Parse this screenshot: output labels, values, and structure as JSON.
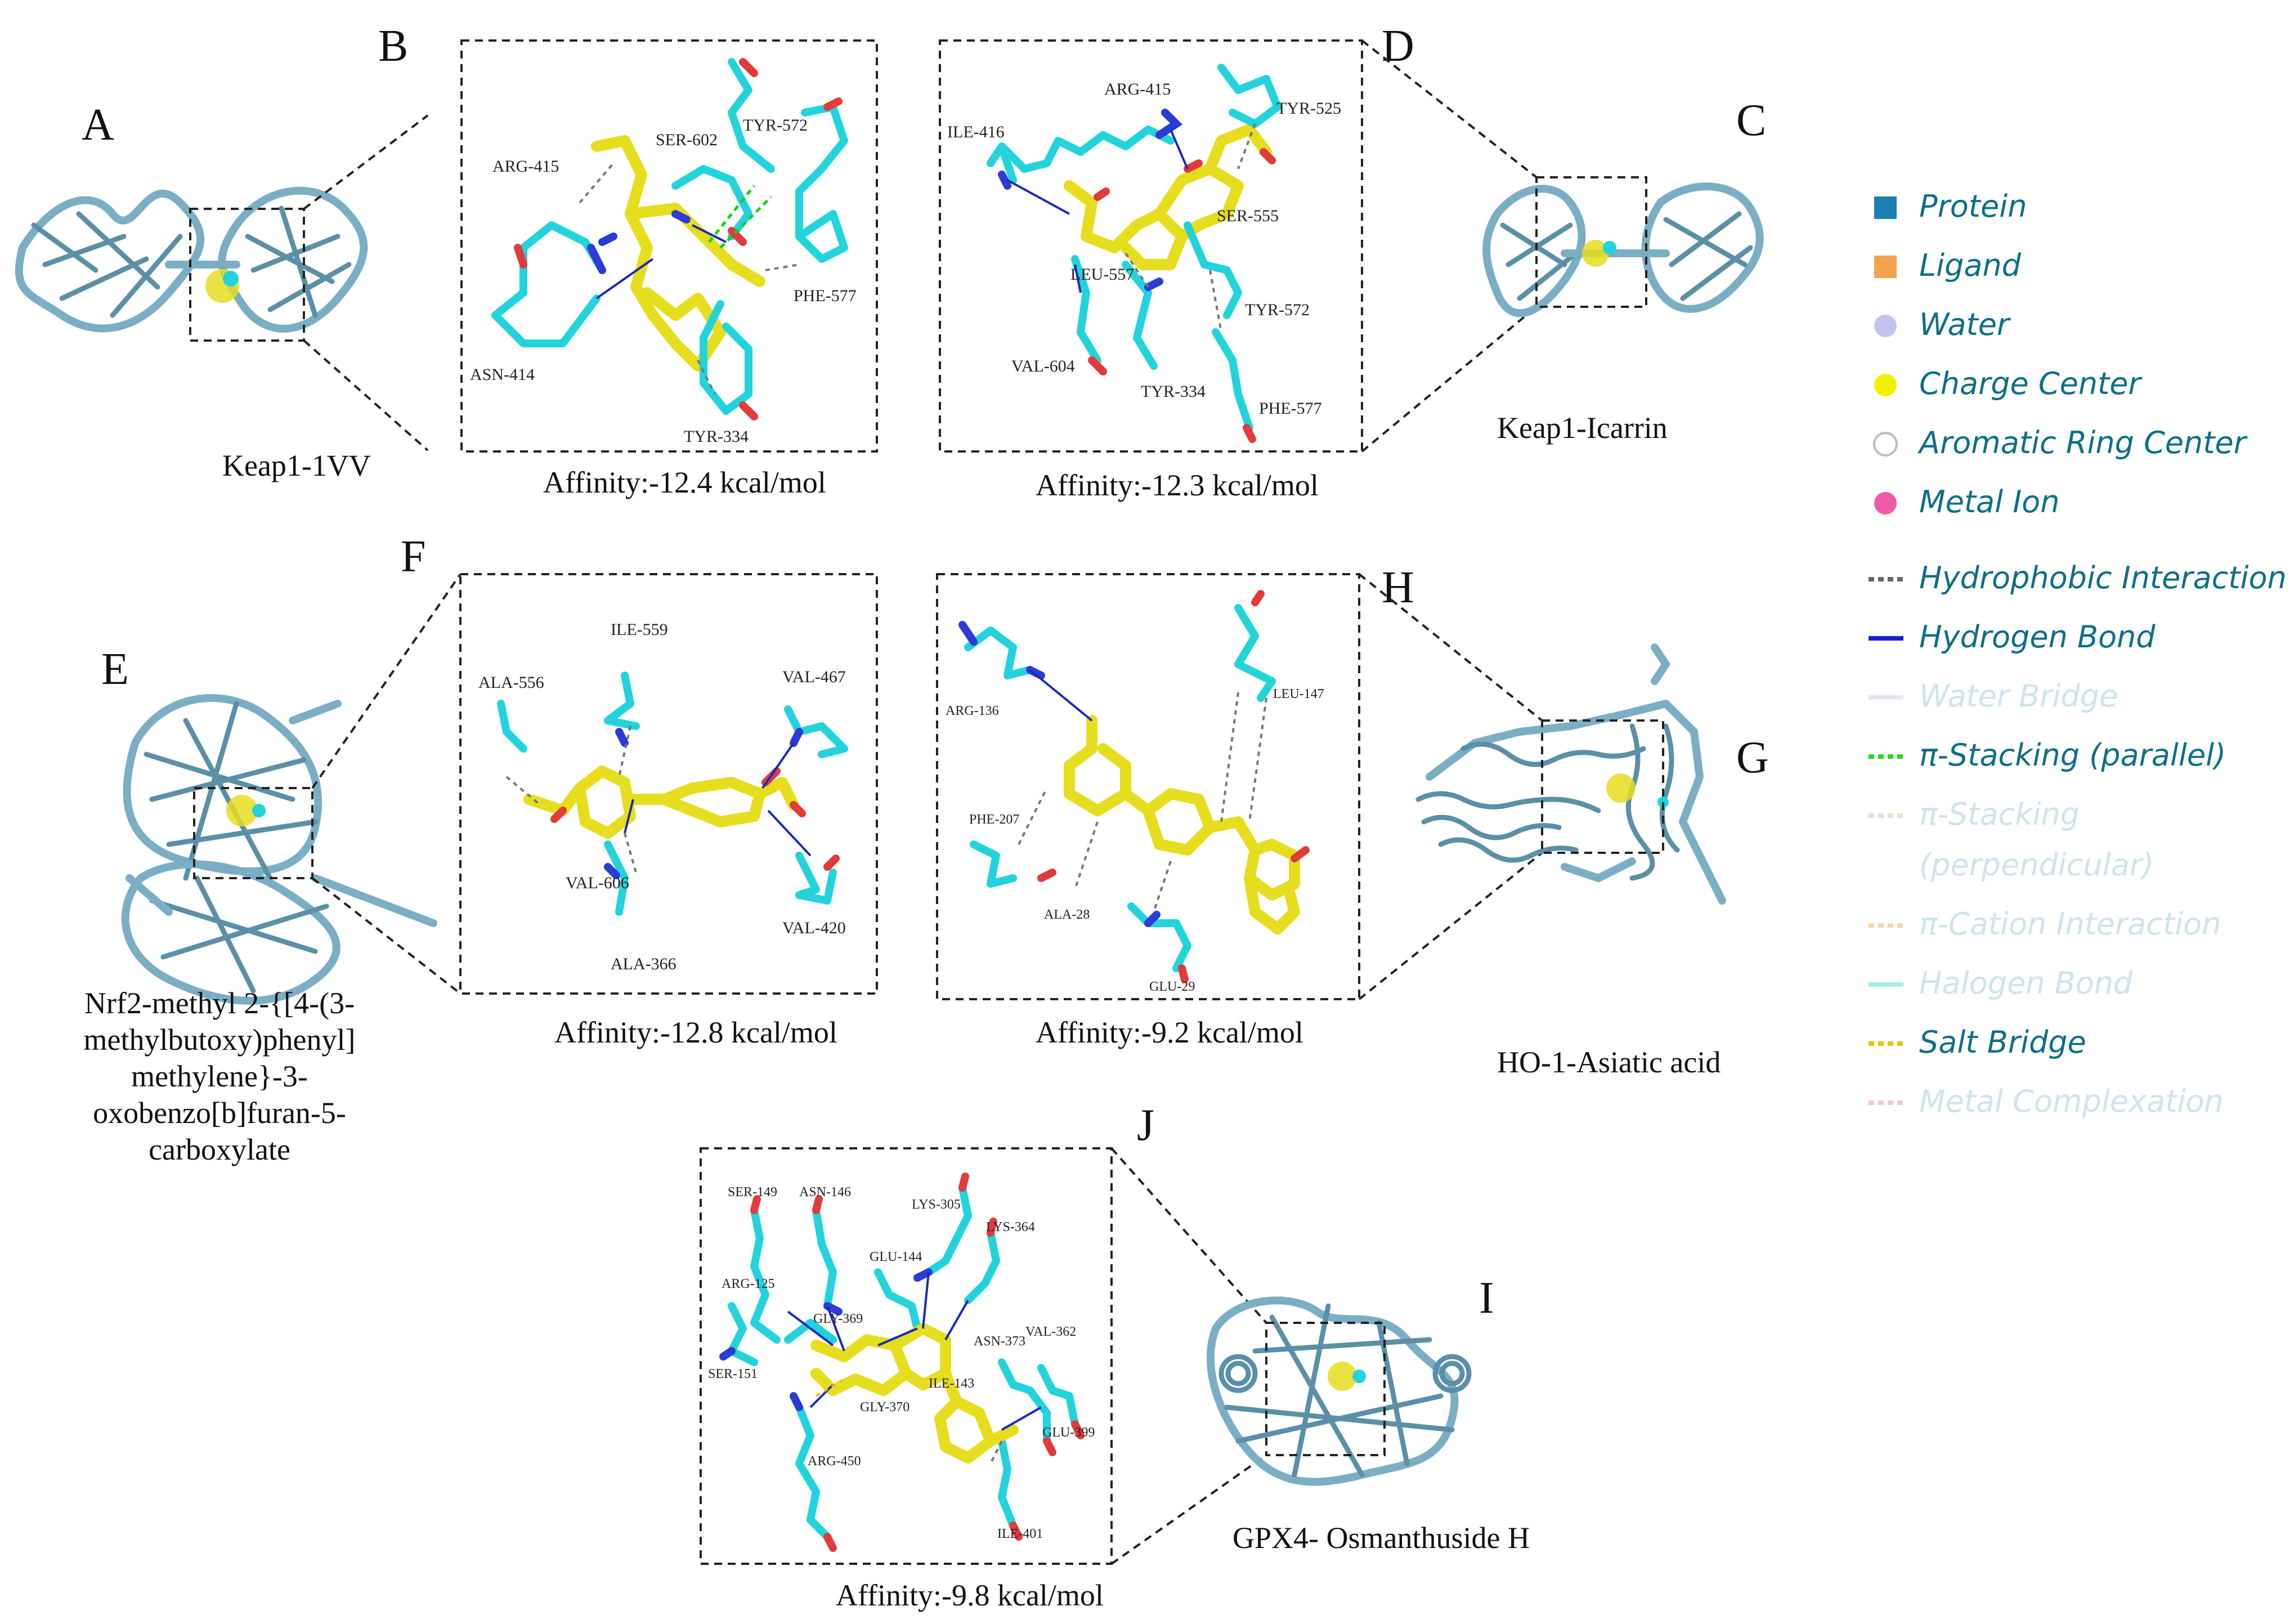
{
  "panels": {
    "A": {
      "letter": "A",
      "caption": "Keap1-1VV"
    },
    "B": {
      "letter": "B",
      "affinity": "Affinity:-12.4 kcal/mol",
      "residues": [
        "ARG-415",
        "SER-602",
        "TYR-572",
        "PHE-577",
        "ASN-414",
        "TYR-334"
      ]
    },
    "C": {
      "letter": "C",
      "caption": "Keap1-Icarrin"
    },
    "D": {
      "letter": "D",
      "affinity": "Affinity:-12.3 kcal/mol",
      "residues": [
        "ILE-416",
        "ARG-415",
        "TYR-525",
        "SER-555",
        "LEU-557",
        "TYR-572",
        "VAL-604",
        "TYR-334",
        "PHE-577"
      ]
    },
    "E": {
      "letter": "E",
      "caption_lines": [
        "Nrf2-methyl 2-{[4-(3-",
        "methylbutoxy)phenyl]",
        "methylene}-3-",
        "oxobenzo[b]furan-5-",
        "carboxylate"
      ]
    },
    "F": {
      "letter": "F",
      "affinity": "Affinity:-12.8 kcal/mol",
      "residues": [
        "ILE-559",
        "ALA-556",
        "VAL-467",
        "VAL-606",
        "ALA-366",
        "VAL-420"
      ]
    },
    "G": {
      "letter": "G",
      "caption": "HO-1-Asiatic acid"
    },
    "H": {
      "letter": "H",
      "affinity": "Affinity:-9.2 kcal/mol",
      "residues": [
        "ARG-136",
        "LEU-147",
        "PHE-207",
        "ALA-28",
        "GLU-29"
      ]
    },
    "I": {
      "letter": "I",
      "caption": "GPX4- Osmanthuside H"
    },
    "J": {
      "letter": "J",
      "affinity": "Affinity:-9.8 kcal/mol",
      "residues": [
        "SER-149",
        "ASN-146",
        "LYS-305",
        "LYS-364",
        "GLU-144",
        "ARG-125",
        "GLY-369",
        "ASN-373",
        "VAL-362",
        "SER-151",
        "ILE-143",
        "GLY-370",
        "GLU-399",
        "ARG-450",
        "ILE-401"
      ]
    }
  },
  "legend": [
    {
      "label": "Protein",
      "marker": "square",
      "color": "#1b7fb0",
      "faint": false
    },
    {
      "label": "Ligand",
      "marker": "square",
      "color": "#f3a24e",
      "faint": false
    },
    {
      "label": "Water",
      "marker": "circle",
      "color": "#c3c3ef",
      "faint": false
    },
    {
      "label": "Charge Center",
      "marker": "circle",
      "color": "#f0f000",
      "faint": false
    },
    {
      "label": "Aromatic Ring Center",
      "marker": "ring",
      "color": "#bbbbbb",
      "faint": false
    },
    {
      "label": "Metal Ion",
      "marker": "circle",
      "color": "#ee5aa5",
      "faint": false
    },
    {
      "label": "Hydrophobic Interaction",
      "marker": "dash",
      "color": "#666666",
      "faint": false
    },
    {
      "label": "Hydrogen Bond",
      "marker": "solid",
      "color": "#1420d0",
      "faint": false
    },
    {
      "label": "Water Bridge",
      "marker": "solid",
      "color": "#e6e6f0",
      "faint": true
    },
    {
      "label": "π-Stacking (parallel)",
      "marker": "dash",
      "color": "#22dd22",
      "faint": false
    },
    {
      "label": "π-Stacking",
      "label2": "(perpendicular)",
      "marker": "dash",
      "color": "#d7e9ce",
      "faint": true
    },
    {
      "label": "π-Cation Interaction",
      "marker": "dash",
      "color": "#f5d7a8",
      "faint": true
    },
    {
      "label": "Halogen Bond",
      "marker": "solid",
      "color": "#a8eee6",
      "faint": true
    },
    {
      "label": "Salt Bridge",
      "marker": "dash",
      "color": "#e6c200",
      "faint": false
    },
    {
      "label": "Metal Complexation",
      "marker": "dash",
      "color": "#f0c6d6",
      "faint": true
    }
  ]
}
